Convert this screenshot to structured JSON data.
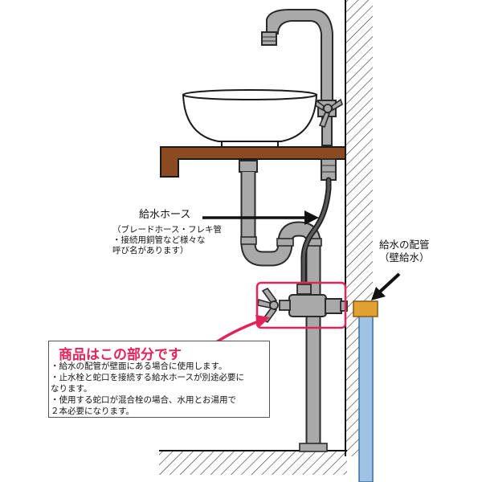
{
  "hose": {
    "label": "給水ホース",
    "notes": [
      "（ブレードホース・フレキ管",
      "・接続用銅管など様々な",
      "呼び名があります）"
    ]
  },
  "supply_pipe": {
    "label_line1": "給水の配管",
    "label_line2": "（壁給水）"
  },
  "product": {
    "title": "商品はこの部分です",
    "notes": [
      "・給水の配管が壁面にある場合に使用します。",
      "・止水栓と蛇口を接続する給水ホースが別途必要に",
      "なります。",
      "・使用する蛇口が混合栓の場合、水用とお湯用で",
      "２本必要になります。"
    ]
  },
  "colors": {
    "highlight": "#e3245a",
    "pipe": "#a9a9a9",
    "wood": "#8b4a22",
    "water_pipe": "#9ec3e6",
    "pipe_fitting": "#e0a032",
    "hose": "#3c3c3c"
  }
}
